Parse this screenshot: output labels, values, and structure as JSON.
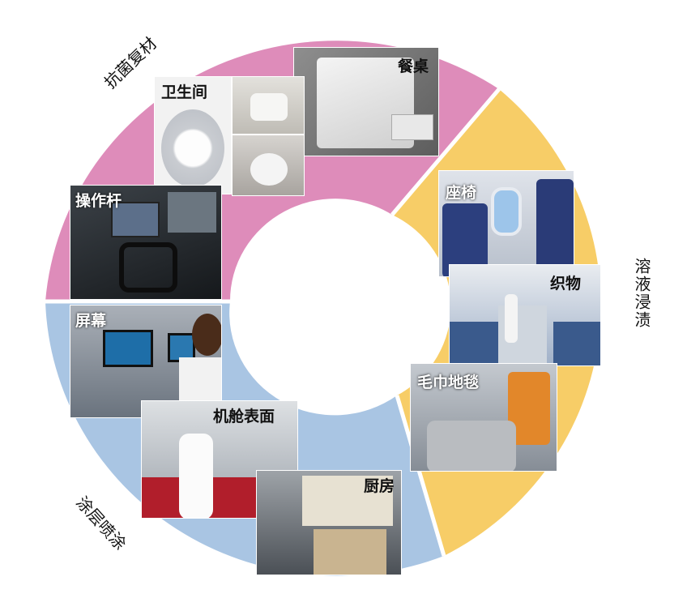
{
  "categories": [
    {
      "id": "antibacterial",
      "label": "抗菌复材",
      "color": "#de8cba"
    },
    {
      "id": "immersion",
      "label": "溶液浸渍",
      "color": "#f7cd67"
    },
    {
      "id": "spray",
      "label": "涂层喷涂",
      "color": "#a9c5e3"
    }
  ],
  "items": {
    "dining_table": "餐桌",
    "restroom": "卫生间",
    "joystick": "操作杆",
    "seat": "座椅",
    "fabric": "织物",
    "towel_carpet": "毛巾地毯",
    "screen": "屏幕",
    "cabin_surface": "机舱表面",
    "galley": "厨房"
  }
}
